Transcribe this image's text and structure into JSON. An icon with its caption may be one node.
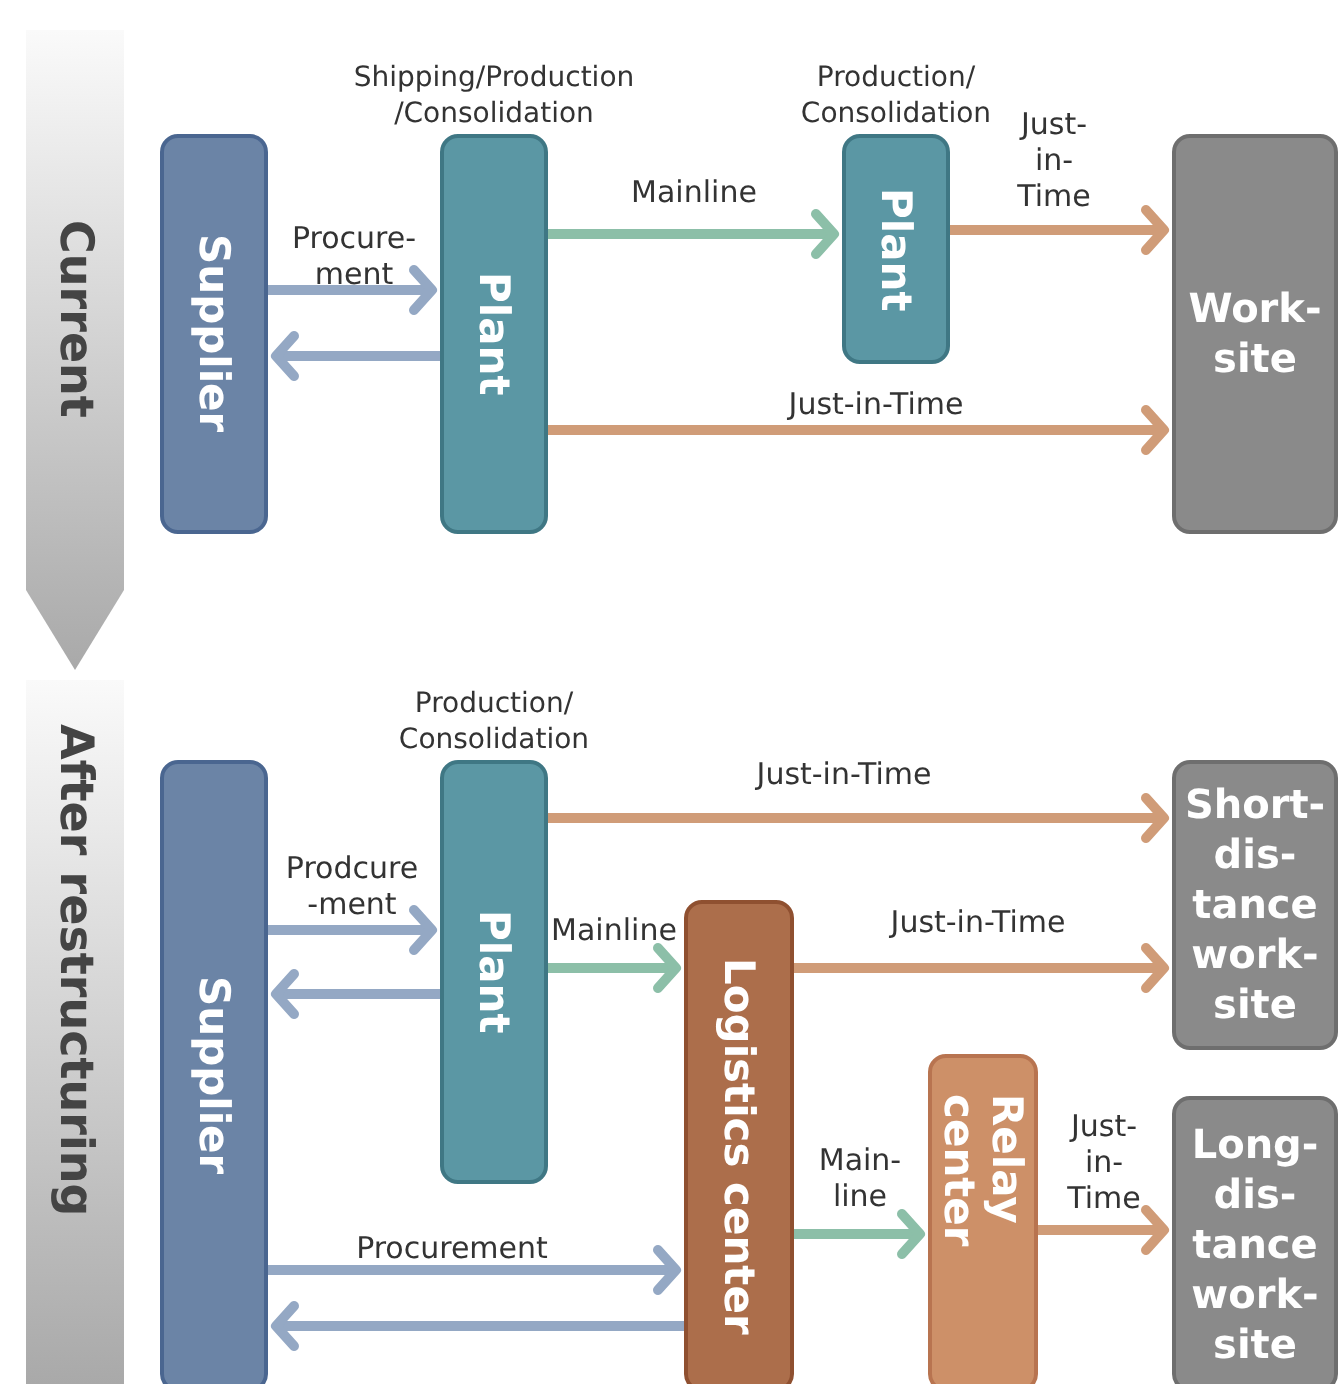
{
  "diagram": {
    "nodes": [
      {
        "text": [
          "Current"
        ]
      },
      {
        "text": [
          "After restructuring"
        ]
      },
      {
        "text": [
          "Supplier"
        ]
      },
      {
        "text": [
          "Shipping/Production /Consolidation",
          "Plant"
        ]
      },
      {
        "text": [
          "Production/ Consolidation",
          "Plant"
        ]
      },
      {
        "text": [
          "Work- site"
        ]
      },
      {
        "text": [
          "Supplier"
        ]
      },
      {
        "text": [
          "Production/ Consolidation",
          "Plant"
        ]
      },
      {
        "text": [
          "Logistics center"
        ]
      },
      {
        "text": [
          "Relay center"
        ]
      },
      {
        "text": [
          "Short- dis- tance work- site"
        ]
      },
      {
        "text": [
          "Long- dis- tance work- site"
        ]
      }
    ],
    "edges": [
      {
        "from": 2,
        "to": 3,
        "arrow": "to",
        "label": "Procure- ment"
      },
      {
        "from": 3,
        "to": 2,
        "arrow": "to"
      },
      {
        "from": 3,
        "to": 4,
        "arrow": "to",
        "label": "Mainline",
        "color": "#8cbfa8"
      },
      {
        "from": 4,
        "to": 5,
        "arrow": "to",
        "label": "Just- in- Time",
        "color": "#d09c78"
      },
      {
        "from": 3,
        "to": 5,
        "arrow": "to",
        "label": "Just-in-Time",
        "color": "#d09c78"
      },
      {
        "from": 6,
        "to": 7,
        "arrow": "to",
        "label": "Prodcure -ment"
      },
      {
        "from": 7,
        "to": 6,
        "arrow": "to"
      },
      {
        "from": 7,
        "to": 10,
        "arrow": "to",
        "label": "Just-in-Time",
        "color": "#d09c78"
      },
      {
        "from": 7,
        "to": 8,
        "arrow": "to",
        "label": "Mainline",
        "color": "#8cbfa8"
      },
      {
        "from": 8,
        "to": 10,
        "arrow": "to",
        "label": "Just-in-Time",
        "color": "#d09c78"
      },
      {
        "from": 6,
        "to": 8,
        "arrow": "to",
        "label": "Procurement"
      },
      {
        "from": 8,
        "to": 6,
        "arrow": "to"
      },
      {
        "from": 8,
        "to": 9,
        "arrow": "to",
        "label": "Main- line",
        "color": "#8cbfa8"
      },
      {
        "from": 9,
        "to": 11,
        "arrow": "to",
        "label": "Just- in- Time",
        "color": "#d09c78"
      }
    ]
  }
}
